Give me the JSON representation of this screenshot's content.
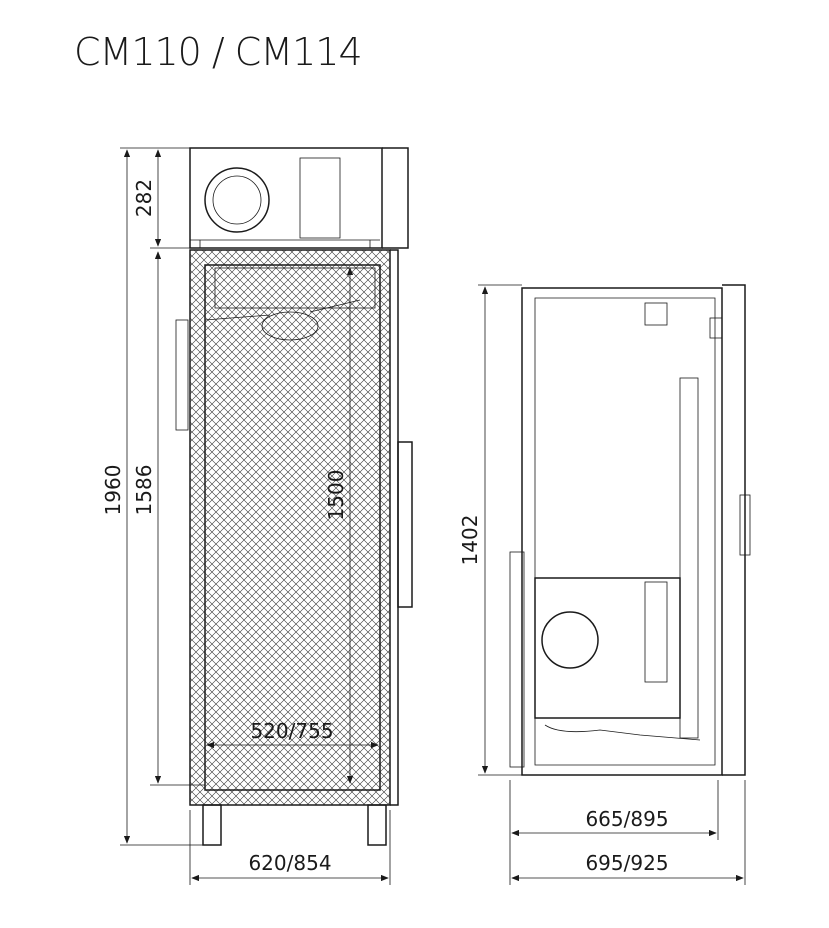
{
  "title": "CM110 / CM114",
  "front_view": {
    "height_total": "1960",
    "height_unit": "282",
    "height_body": "1586",
    "height_inner": "1500",
    "width_inner": "520/755",
    "width_outer": "620/854"
  },
  "side_view": {
    "height": "1402",
    "depth_body": "665/895",
    "depth_total": "695/925"
  }
}
